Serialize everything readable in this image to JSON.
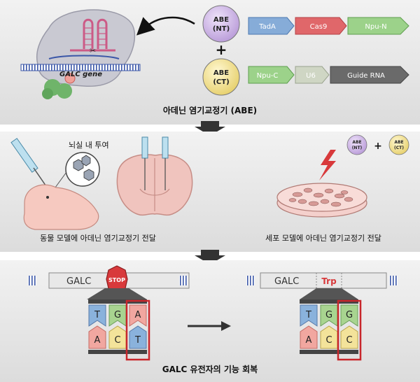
{
  "section1": {
    "gene_label": "GALC gene",
    "abe_nt": {
      "line1": "ABE",
      "line2": "(NT)"
    },
    "abe_plus": "+",
    "abe_ct": {
      "line1": "ABE",
      "line2": "(CT)"
    },
    "row1_arrows": [
      "TadA",
      "Cas9",
      "Npu-N"
    ],
    "row2_arrows": [
      "Npu-C",
      "U6",
      "Guide RNA"
    ],
    "caption": "아데닌 염기교정기 (ABE)"
  },
  "section2": {
    "injection_label": "뇌실 내 투여",
    "animal_caption": "동물 모델에 아데닌 염기교정기 전달",
    "small_abe_nt": {
      "line1": "ABE",
      "line2": "(NT)"
    },
    "small_plus": "+",
    "small_abe_ct": {
      "line1": "ABE",
      "line2": "(CT)"
    },
    "cell_caption": "세포 모델에 아데닌 염기교정기 전달"
  },
  "section3": {
    "left_gene": "GALC",
    "stop_sign": "STOP",
    "right_gene": "GALC",
    "trp_label": "Trp",
    "left_top": [
      "T",
      "G",
      "A"
    ],
    "left_bottom": [
      "A",
      "C",
      "T"
    ],
    "right_top": [
      "T",
      "G",
      "G"
    ],
    "right_bottom": [
      "A",
      "C",
      "C"
    ],
    "caption": "GALC 유전자의 기능 회복"
  },
  "colors": {
    "band_bg": "#e6e6e6",
    "abe_nt_fill": "#cdb8e6",
    "abe_ct_fill": "#f3e6a0",
    "tada": "#86acd8",
    "cas9": "#e0676a",
    "npu": "#9cd28a",
    "u6": "#cfd6c4",
    "guide": "#6a6a6a",
    "stop": "#d8393b",
    "trp": "#d8393b",
    "highlight": "#c8262b"
  }
}
